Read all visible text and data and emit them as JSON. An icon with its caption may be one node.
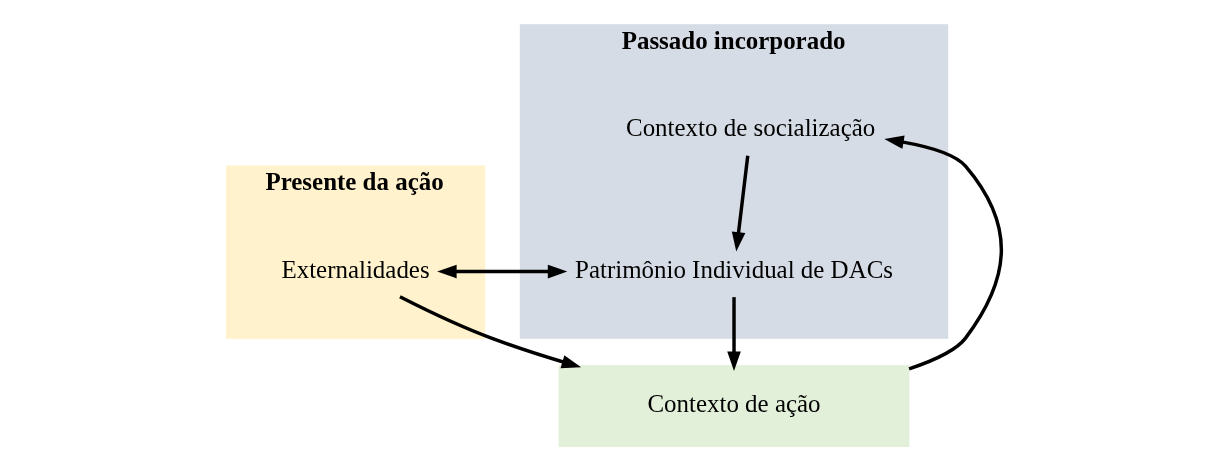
{
  "diagram": {
    "nodes": [
      {
        "text": [
          "Passado incorporado"
        ]
      },
      {
        "text": [
          "Patrimônio Individual de DACs"
        ],
        "in": 0
      },
      {
        "text": [
          "Contexto de socialização"
        ],
        "in": 0
      },
      {
        "text": [
          "Presente da ação"
        ]
      },
      {
        "text": [
          "Externalidades"
        ],
        "in": 3
      },
      {
        "text": [
          "Contexto de ação"
        ]
      }
    ],
    "edges": [
      {
        "from": 1,
        "to": 4,
        "arrow": "both"
      },
      {
        "from": 1,
        "to": 5,
        "arrow": "to"
      },
      {
        "from": 4,
        "to": 5,
        "arrow": "to"
      },
      {
        "from": 5,
        "to": 2,
        "arrow": "to"
      },
      {
        "from": 2,
        "to": 1,
        "arrow": "to"
      }
    ]
  }
}
